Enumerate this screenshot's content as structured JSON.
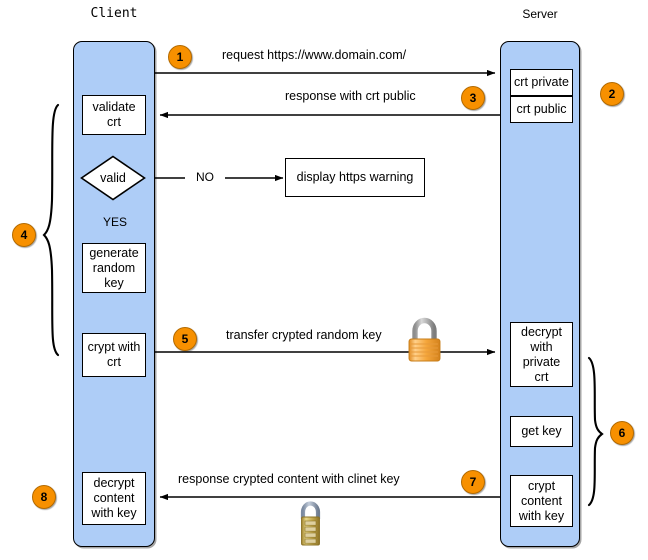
{
  "diagram": {
    "title_client": "Client",
    "title_server": "Server",
    "lanes": [
      {
        "id": "client",
        "label": "Client"
      },
      {
        "id": "server",
        "label": "Server"
      }
    ],
    "client_nodes": [
      {
        "id": "validate-crt",
        "label": "validate\ncrt"
      },
      {
        "id": "valid-decision",
        "label": "valid"
      },
      {
        "id": "generate-random-key",
        "label": "generate\nrandom\nkey"
      },
      {
        "id": "crypt-with-crt",
        "label": "crypt with\ncrt"
      },
      {
        "id": "decrypt-content-with-key",
        "label": "decrypt\ncontent\nwith key"
      }
    ],
    "server_nodes": [
      {
        "id": "crt-private",
        "label": "crt private"
      },
      {
        "id": "crt-public",
        "label": "crt public"
      },
      {
        "id": "decrypt-with-private-crt",
        "label": "decrypt\nwith\nprivate\ncrt"
      },
      {
        "id": "get-key",
        "label": "get key"
      },
      {
        "id": "crypt-content-with-key",
        "label": "crypt\ncontent\nwith key"
      }
    ],
    "external_nodes": [
      {
        "id": "display-https-warning",
        "label": "display https warning"
      }
    ],
    "edge_labels": {
      "no": "NO",
      "yes": "YES"
    },
    "messages": [
      {
        "id": "msg-request",
        "label": "request https://www.domain.com/"
      },
      {
        "id": "msg-response-crt",
        "label": "response with crt public"
      },
      {
        "id": "msg-transfer-key",
        "label": "transfer crypted random key"
      },
      {
        "id": "msg-response-content",
        "label": "response crypted content with clinet key"
      }
    ],
    "steps": [
      {
        "id": "step-1",
        "label": "1"
      },
      {
        "id": "step-2",
        "label": "2"
      },
      {
        "id": "step-3",
        "label": "3"
      },
      {
        "id": "step-4",
        "label": "4"
      },
      {
        "id": "step-5",
        "label": "5"
      },
      {
        "id": "step-6",
        "label": "6"
      },
      {
        "id": "step-7",
        "label": "7"
      },
      {
        "id": "step-8",
        "label": "8"
      }
    ],
    "icons": [
      {
        "id": "padlock-closed-icon",
        "name": "padlock-closed"
      },
      {
        "id": "combination-padlock-icon",
        "name": "combination-padlock"
      }
    ],
    "colors": {
      "lane_fill": "#aecdf7",
      "step_circle": "#f79000",
      "step_circle_border": "#b36a00",
      "box_fill": "#ffffff",
      "stroke": "#000000"
    }
  }
}
